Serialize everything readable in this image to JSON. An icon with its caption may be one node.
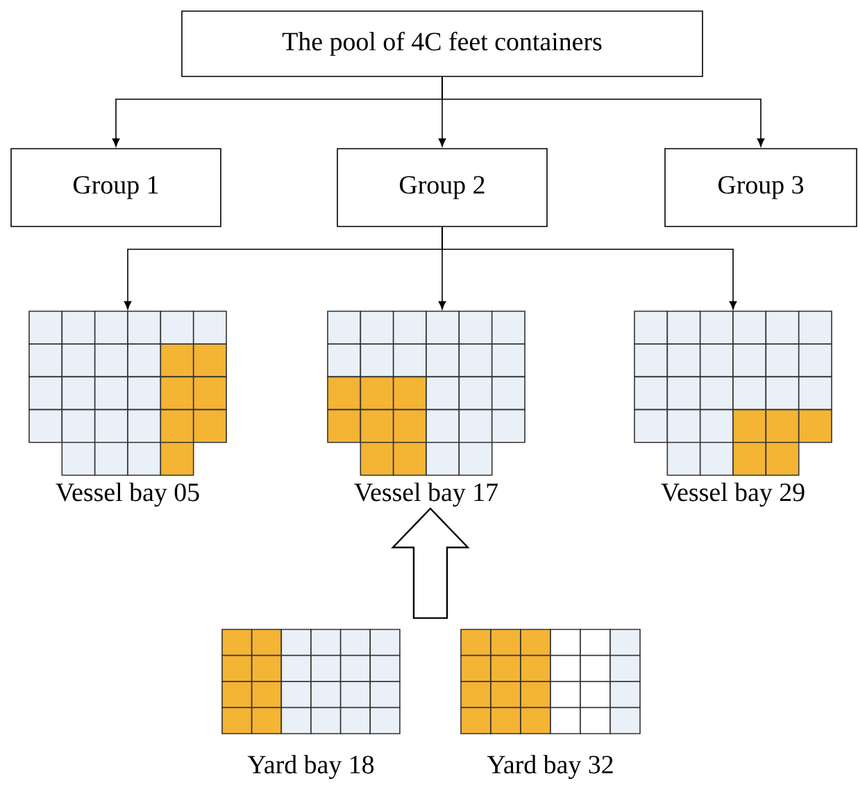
{
  "diagram": {
    "nodes": [
      {
        "text": [
          "The pool of 4C feet containers"
        ]
      },
      {
        "text": [
          "Group 1"
        ]
      },
      {
        "text": [
          "Group 2"
        ]
      },
      {
        "text": [
          "Group 3"
        ]
      },
      {
        "text": [
          "Vessel bay 05"
        ]
      },
      {
        "text": [
          "Vessel bay 17"
        ]
      },
      {
        "text": [
          "Vessel bay 29"
        ]
      },
      {
        "text": [
          "Yard bay 18"
        ]
      },
      {
        "text": [
          "Yard bay 32"
        ]
      }
    ],
    "edges": [
      {
        "from": 0,
        "to": 1,
        "arrow": "to"
      },
      {
        "from": 0,
        "to": 2,
        "arrow": "to"
      },
      {
        "from": 0,
        "to": 3,
        "arrow": "to"
      },
      {
        "from": 2,
        "to": 4,
        "arrow": "to"
      },
      {
        "from": 2,
        "to": 5,
        "arrow": "to"
      },
      {
        "from": 2,
        "to": 6,
        "arrow": "to"
      },
      {
        "from": 7,
        "to": 5,
        "arrow": "to",
        "style": "thick"
      },
      {
        "from": 8,
        "to": 5,
        "arrow": "to",
        "style": "thick"
      }
    ]
  }
}
